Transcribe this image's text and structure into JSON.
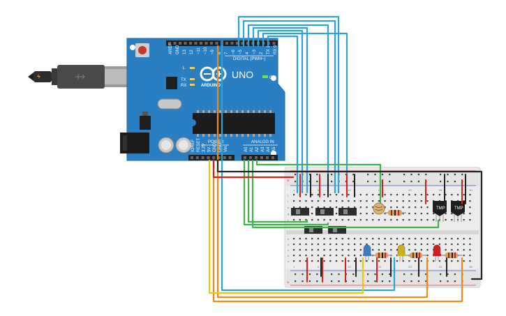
{
  "board": {
    "logo": "UNO",
    "brand": "ARDUINO",
    "digital_label": "DIGITAL (PWM~)",
    "power_label": "POWER",
    "analog_label": "ANALOG IN",
    "on_label": "ON",
    "l_label": "L",
    "tx_label": "TX",
    "rx_label": "RX",
    "digital_pins": [
      "AREF",
      "GND",
      "13",
      "12",
      "~11",
      "~10",
      "~9",
      "8",
      "7",
      "~6",
      "~5",
      "4",
      "~3",
      "2",
      "TX 1",
      "RX 0"
    ],
    "power_pins": [
      "IOREF",
      "RESET",
      "3.3V",
      "5V",
      "GND",
      "GND",
      "Vin"
    ],
    "analog_pins": [
      "A0",
      "A1",
      "A2",
      "A3",
      "A4",
      "A5"
    ]
  },
  "sensors": [
    {
      "label": "TMP"
    },
    {
      "label": "TMP"
    }
  ],
  "breadboard": {
    "row_letters_top": [
      "j",
      "i",
      "h",
      "g",
      "f"
    ],
    "row_letters_bottom": [
      "e",
      "d",
      "c",
      "b",
      "a"
    ],
    "col_numbers": [
      "1",
      "",
      "",
      "",
      "5",
      "",
      "",
      "",
      "",
      "10",
      "",
      "",
      "",
      "",
      "15",
      "",
      "",
      "",
      "",
      "20",
      "",
      "",
      "",
      "",
      "25",
      "",
      "",
      "",
      "",
      "30"
    ]
  },
  "leds": [
    {
      "color": "#3a7ebf"
    },
    {
      "color": "#c9b21b"
    },
    {
      "color": "#d11f1f"
    }
  ]
}
